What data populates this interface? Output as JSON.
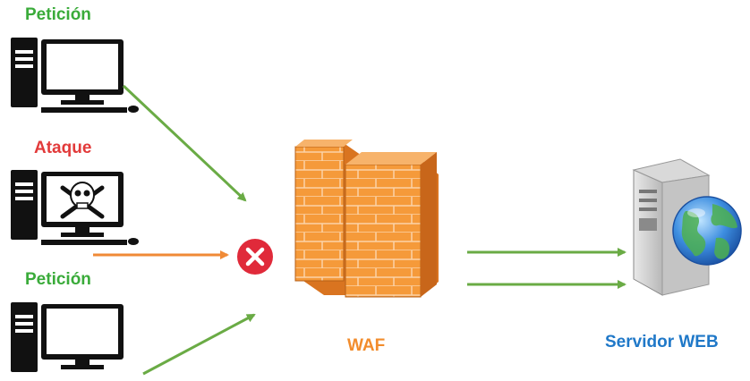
{
  "clients": [
    {
      "label": "Petición",
      "color": "#3aab3a",
      "screen": "blank"
    },
    {
      "label": "Ataque",
      "color": "#e23a3a",
      "screen": "skull"
    },
    {
      "label": "Petición",
      "color": "#3aab3a",
      "screen": "blank"
    }
  ],
  "waf": {
    "label": "WAF",
    "color": "#f28c2c"
  },
  "server": {
    "label": "Servidor WEB",
    "color": "#1f78c8"
  },
  "arrows": {
    "allowed_color": "#6aab45",
    "attack_color": "#f08a36"
  },
  "block_icon": "blocked-x-icon"
}
